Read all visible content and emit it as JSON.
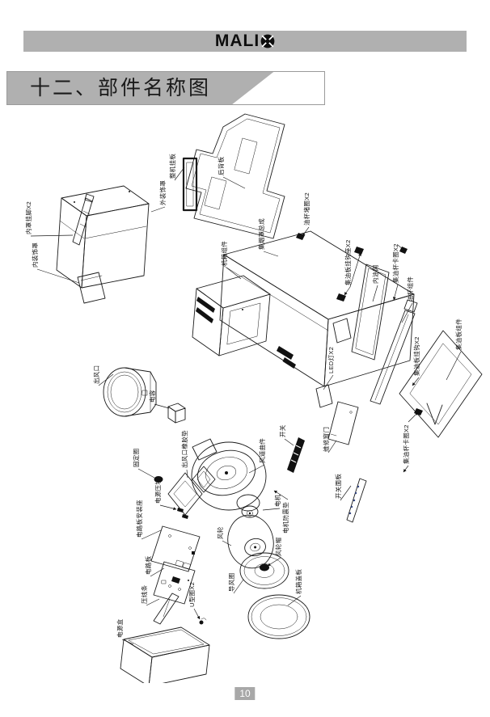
{
  "header": {
    "brand_text": "MALI",
    "brand_icon": "aperture-mark-icon"
  },
  "title_bar": {
    "text": "十二、部件名称图"
  },
  "footer": {
    "page_number": "10"
  },
  "colors": {
    "band_gray": "#b0b0b0",
    "line": "#1a1a1a",
    "badge_gray": "#a8a8a8"
  },
  "diagram": {
    "labels": [
      {
        "text": "整机挂板"
      },
      {
        "text": "后背板"
      },
      {
        "text": "外装饰罩"
      },
      {
        "text": "内罩挂脚X2"
      },
      {
        "text": "内装饰罩"
      },
      {
        "text": "油杯堵圈X2"
      },
      {
        "text": "集烟罩总成"
      },
      {
        "text": "机箱组件"
      },
      {
        "text": "集油板挂钩座X2"
      },
      {
        "text": "内油网"
      },
      {
        "text": "集油杯卡圈X2"
      },
      {
        "text": "油杯组件"
      },
      {
        "text": "LED灯X2"
      },
      {
        "text": "集油板挂钩X2"
      },
      {
        "text": "集油板组件"
      },
      {
        "text": "开关"
      },
      {
        "text": "维修窗门"
      },
      {
        "text": "集油杯卡圈X2"
      },
      {
        "text": "开关面板"
      },
      {
        "text": "出风口"
      },
      {
        "text": "电容"
      },
      {
        "text": "固定圈"
      },
      {
        "text": "出风口橡胶垫"
      },
      {
        "text": "电源压块"
      },
      {
        "text": "电路板安装座"
      },
      {
        "text": "电路板"
      },
      {
        "text": "压线条"
      },
      {
        "text": "U型圈X2"
      },
      {
        "text": "电源盒"
      },
      {
        "text": "风道曲件"
      },
      {
        "text": "电机"
      },
      {
        "text": "电机防震垫"
      },
      {
        "text": "风轮"
      },
      {
        "text": "风轮帽"
      },
      {
        "text": "导风圈"
      },
      {
        "text": "机箱盖板"
      }
    ]
  }
}
